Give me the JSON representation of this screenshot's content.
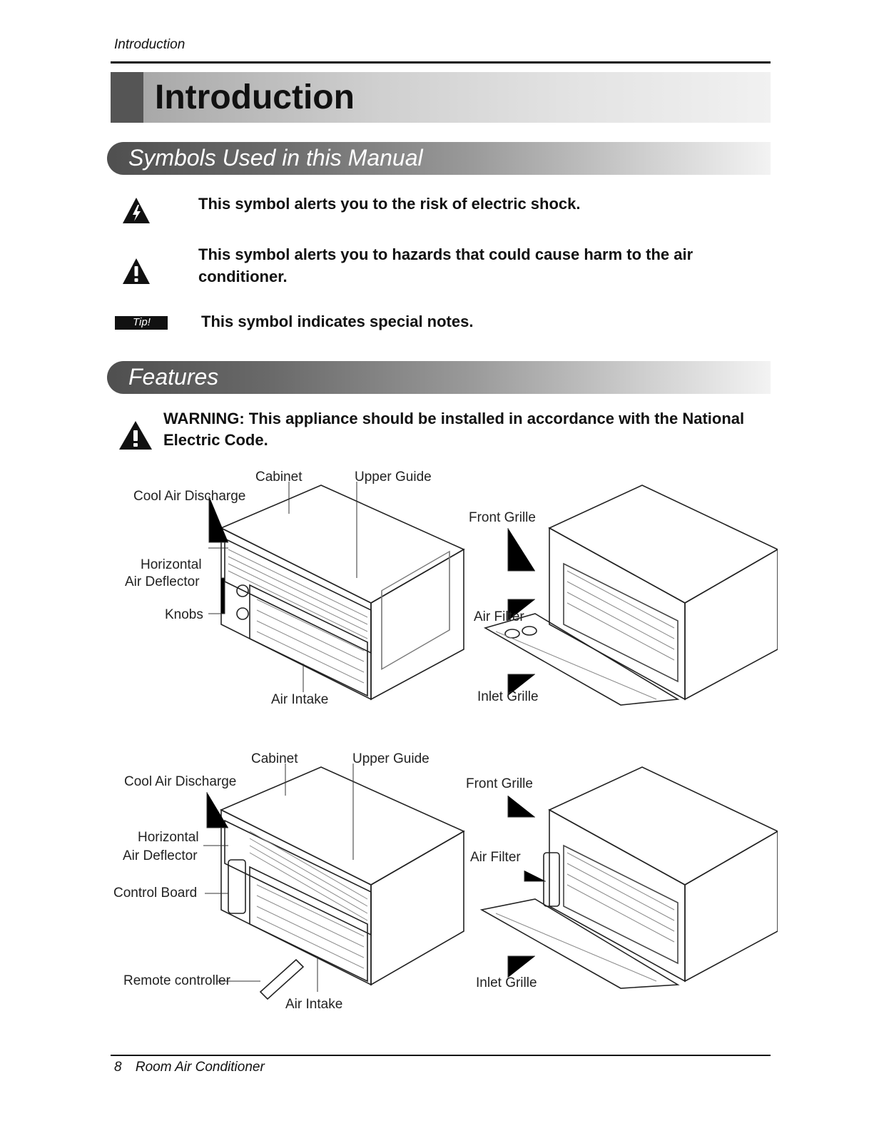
{
  "header": {
    "running_head": "Introduction"
  },
  "title": "Introduction",
  "symbols_section": {
    "heading": "Symbols Used in this Manual",
    "items": [
      {
        "icon": "electric-shock-warning-icon",
        "text": "This symbol alerts you to the risk of electric shock."
      },
      {
        "icon": "caution-exclamation-icon",
        "text": "This symbol alerts you to hazards that could cause harm to the air conditioner."
      },
      {
        "icon": "tip-badge-icon",
        "badge": "Tip!",
        "text": "This symbol indicates special notes."
      }
    ]
  },
  "features_section": {
    "heading": "Features",
    "warning": "WARNING: This appliance should be installed in accordance with the National Electric Code.",
    "figure1": {
      "front_labels": [
        "Cabinet",
        "Upper Guide",
        "Cool Air Discharge",
        "Horizontal",
        "Air Deflector",
        "Knobs",
        "Air Intake"
      ],
      "open_labels": [
        "Front Grille",
        "Air Filter",
        "Inlet Grille"
      ]
    },
    "figure2": {
      "front_labels": [
        "Cabinet",
        "Upper Guide",
        "Cool Air Discharge",
        "Horizontal",
        "Air Deflector",
        "Control Board",
        "Remote controller",
        "Air Intake"
      ],
      "open_labels": [
        "Front Grille",
        "Air Filter",
        "Inlet Grille"
      ]
    }
  },
  "footer": {
    "page_number": "8",
    "title": "Room Air Conditioner"
  }
}
